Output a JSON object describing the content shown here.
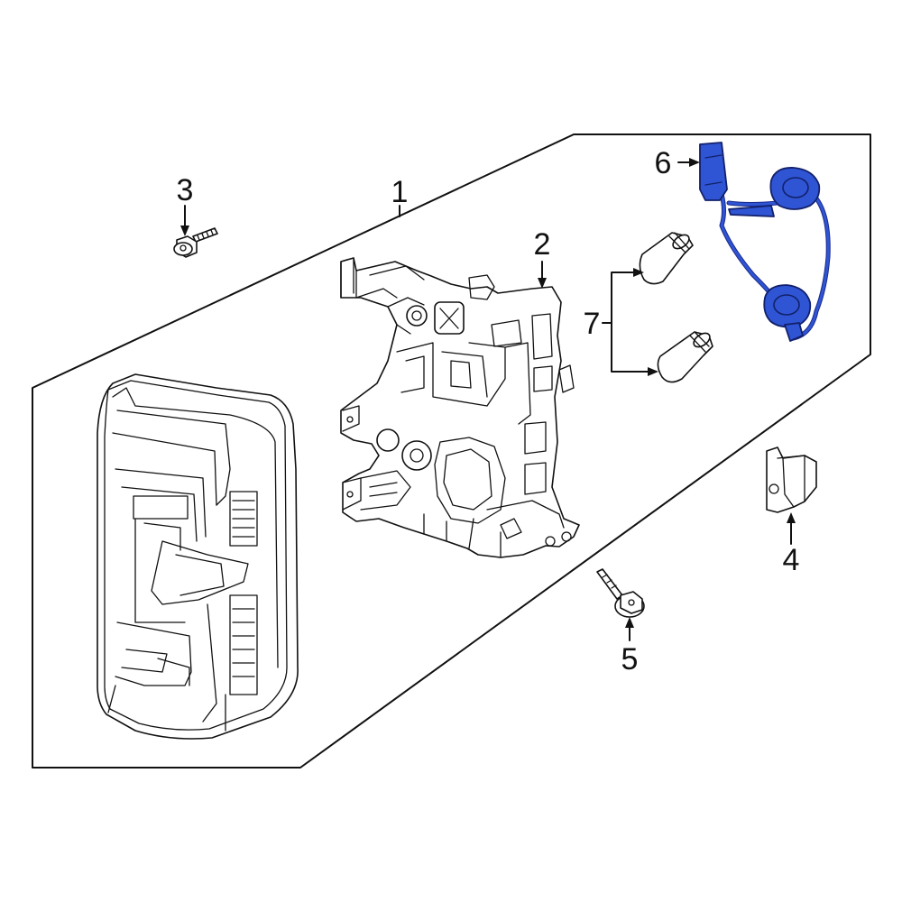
{
  "callouts": {
    "c1": "1",
    "c2": "2",
    "c3": "3",
    "c4": "4",
    "c5": "5",
    "c6": "6",
    "c7": "7"
  },
  "colors": {
    "line": "#111111",
    "harness": "#2f55d4",
    "harness_dark": "#12206a",
    "background": "#ffffff"
  }
}
